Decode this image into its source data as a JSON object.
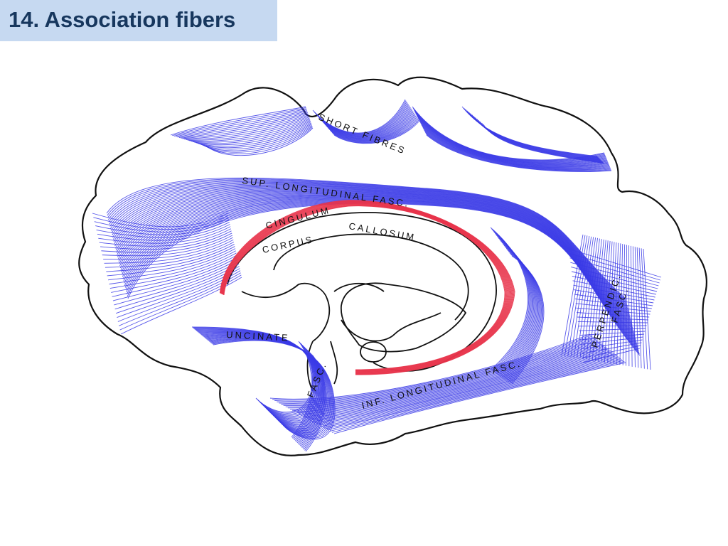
{
  "slide": {
    "title": "14. Association fibers",
    "title_bg": "#c6d9f1",
    "title_color": "#17375e"
  },
  "diagram": {
    "fiber_color": "#3a3ae6",
    "cingulum_color": "#e8334a",
    "labels": {
      "short_fibres": "SHORT FIBRES",
      "sup_longitudinal": "SUP. LONGITUDINAL FASC.",
      "cingulum": "CINGULUM",
      "corpus": "CORPUS",
      "callosum": "CALLOSUM",
      "uncinate": "UNCINATE",
      "fasc_uncinate": "FASC.",
      "perpendic": "PERPENDIC.",
      "fasc_perpendic": "FASC.",
      "inf_longitudinal": "INF. LONGITUDINAL FASC."
    }
  }
}
